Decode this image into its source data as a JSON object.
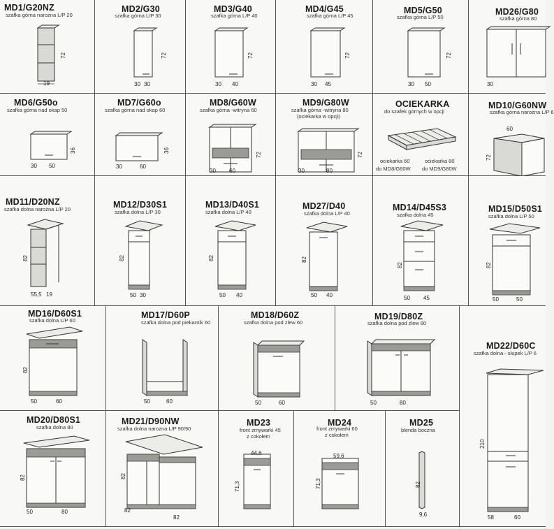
{
  "items": [
    {
      "code": "MD1/G20NZ",
      "desc": [
        "szafka górna narożna L/P 20"
      ],
      "dims": [
        "72",
        "19"
      ]
    },
    {
      "code": "MD2/G30",
      "desc": [
        "szafka górna L/P 30"
      ],
      "dims": [
        "72",
        "30",
        "30"
      ]
    },
    {
      "code": "MD3/G40",
      "desc": [
        "szafka górna L/P 40"
      ],
      "dims": [
        "72",
        "30",
        "40"
      ]
    },
    {
      "code": "MD4/G45",
      "desc": [
        "szafka górna L/P 45"
      ],
      "dims": [
        "72",
        "30",
        "45"
      ]
    },
    {
      "code": "MD5/G50",
      "desc": [
        "szafka górna L/P 50"
      ],
      "dims": [
        "72",
        "30",
        "50"
      ]
    },
    {
      "code": "MD26/G80",
      "desc": [
        "szafka górna 80"
      ],
      "dims": [
        "30"
      ]
    },
    {
      "code": "MD6/G50o",
      "desc": [
        "szafka górna nad okap 50"
      ],
      "dims": [
        "36",
        "30",
        "50"
      ]
    },
    {
      "code": "MD7/G60o",
      "desc": [
        "szafka górna nad okap 60"
      ],
      "dims": [
        "36",
        "30",
        "60"
      ]
    },
    {
      "code": "MD8/G60W",
      "desc": [
        "szafka górna -witryna 60"
      ],
      "dims": [
        "72",
        "30",
        "60"
      ]
    },
    {
      "code": "MD9/G80W",
      "desc": [
        "szafka górna -witryna 80",
        "(ociekarka w opcji)"
      ],
      "dims": [
        "72",
        "30",
        "80"
      ]
    },
    {
      "code": "OCIEKARKA",
      "desc": [
        "do szafek górnych w opcji"
      ],
      "notes": [
        "ociekarka 60",
        "ociekarka 80",
        "do MD8/G60W",
        "do MD9/G80W"
      ]
    },
    {
      "code": "MD10/G60NW",
      "desc": [
        "szafka górna narożna L/P 6"
      ],
      "dims": [
        "60",
        "72"
      ]
    },
    {
      "code": "MD11/D20NZ",
      "desc": [
        "szafka dolna narożna L/P 20"
      ],
      "dims": [
        "82",
        "55,5",
        "19"
      ]
    },
    {
      "code": "MD12/D30S1",
      "desc": [
        "szafka dolna L/P 30"
      ],
      "dims": [
        "82",
        "50",
        "30"
      ]
    },
    {
      "code": "MD13/D40S1",
      "desc": [
        "szafka dolna L/P 40"
      ],
      "dims": [
        "82",
        "50",
        "40"
      ]
    },
    {
      "code": "MD27/D40",
      "desc": [
        "szafka dolna L/P 40"
      ],
      "dims": [
        "82",
        "50",
        "40"
      ]
    },
    {
      "code": "MD14/D45S3",
      "desc": [
        "szafka dolna 45"
      ],
      "dims": [
        "82",
        "50",
        "45"
      ]
    },
    {
      "code": "MD15/D50S1",
      "desc": [
        "szafka dolna L/P 50"
      ],
      "dims": [
        "82",
        "50",
        "50"
      ]
    },
    {
      "code": "MD16/D60S1",
      "desc": [
        "szafka dolna L/P 60"
      ],
      "dims": [
        "82",
        "50",
        "60"
      ]
    },
    {
      "code": "MD17/D60P",
      "desc": [
        "szafka dolna pod piekarnik 60"
      ],
      "dims": [
        "50",
        "60"
      ]
    },
    {
      "code": "MD18/D60Z",
      "desc": [
        "szafka dolna pod zlew 60"
      ],
      "dims": [
        "50",
        "60"
      ]
    },
    {
      "code": "MD19/D80Z",
      "desc": [
        "szafka dolna pod zlew 80"
      ],
      "dims": [
        "50",
        "80"
      ]
    },
    {
      "code": "MD22/D60C",
      "desc": [
        "szafka dolna - słupek L/P 6"
      ],
      "dims": [
        "210",
        "58",
        "60"
      ]
    },
    {
      "code": "MD20/D80S1",
      "desc": [
        "szafka dolna 80"
      ],
      "dims": [
        "82",
        "50",
        "80"
      ]
    },
    {
      "code": "MD21/D90NW",
      "desc": [
        "szafka dolna narożna L/P 90/90"
      ],
      "dims": [
        "82",
        "82",
        "82"
      ]
    },
    {
      "code": "MD23",
      "desc": [
        "front zmywarki 45",
        "z cokołem"
      ],
      "dims": [
        "44,6",
        "71,3"
      ]
    },
    {
      "code": "MD24",
      "desc": [
        "front zmywarki 60",
        "z cokołem"
      ],
      "dims": [
        "59,6",
        "71,3"
      ]
    },
    {
      "code": "MD25",
      "desc": [
        "blenda boczna"
      ],
      "dims": [
        "82",
        "9,6"
      ]
    }
  ]
}
